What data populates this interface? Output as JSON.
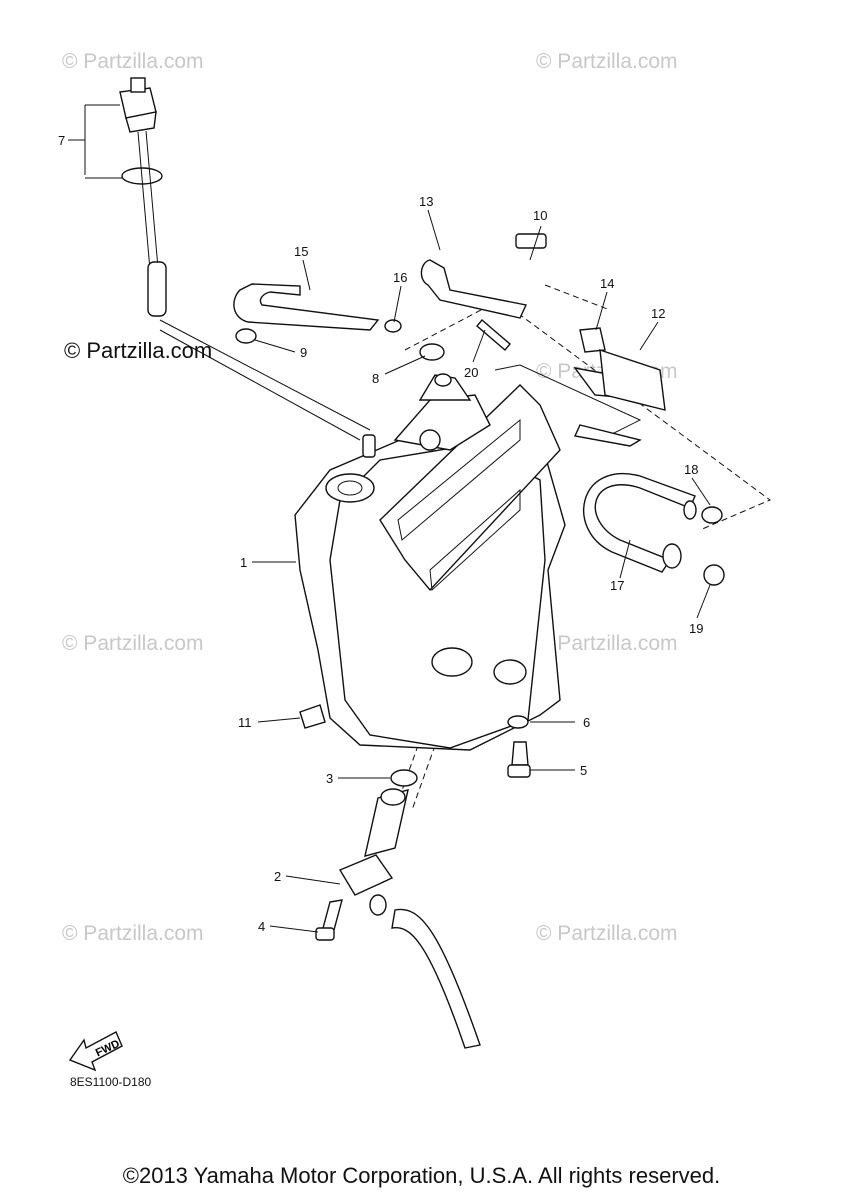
{
  "watermarks": {
    "small": "© Partzilla.com",
    "main": "© Partzilla.com"
  },
  "callouts": [
    "1",
    "2",
    "3",
    "4",
    "5",
    "6",
    "7",
    "8",
    "9",
    "10",
    "11",
    "12",
    "13",
    "14",
    "15",
    "16",
    "17",
    "18",
    "19",
    "20"
  ],
  "fwd_label": "FWD",
  "doc_code": "8ES1100-D180",
  "copyright": "©2013 Yamaha Motor Corporation, U.S.A. All rights reserved."
}
